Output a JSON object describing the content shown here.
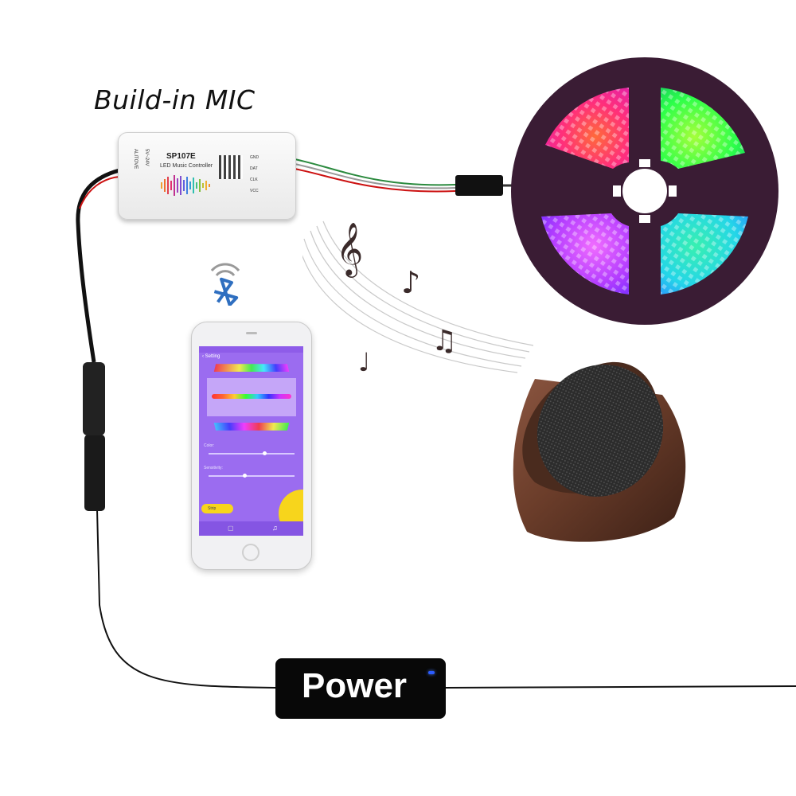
{
  "mic_caption": "Build-in MIC",
  "controller": {
    "model": "SP107E",
    "subtitle": "LED Music Controller",
    "brand": "ALITOVE",
    "voltage": "5V~24V",
    "pins": [
      "GND",
      "DAT",
      "CLK",
      "VCC"
    ]
  },
  "phone": {
    "header": "Setting",
    "color_label": "Color:",
    "sensitivity_label": "Sensitivity:",
    "strip_button": "Strip",
    "color_slider_level": 0.65,
    "sensitivity_slider_level": 0.42
  },
  "power_label": "Power",
  "icons": [
    "bluetooth-icon",
    "treble-clef-icon",
    "eighth-note-icon",
    "beamed-notes-icon",
    "quarter-note-icon"
  ],
  "colors": {
    "led_segments": [
      "#ff3a6e",
      "#3bff3b",
      "#c43cff",
      "#2ce6e0"
    ],
    "reel_base": "#3a1c34",
    "speaker_wood": "#6b3d2a",
    "phone_screen": "#9b6cf0",
    "power_led": "#2c5cff"
  }
}
